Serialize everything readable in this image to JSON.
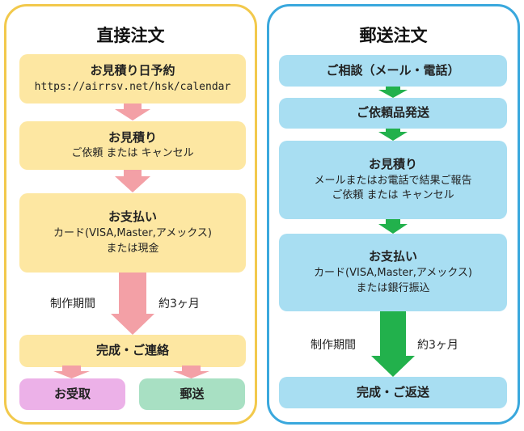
{
  "direct": {
    "title": "直接注文",
    "step1": {
      "title": "お見積り日予約",
      "url": "https://airrsv.net/hsk/calendar"
    },
    "step2": {
      "title": "お見積り",
      "line1": "ご依頼 または キャンセル"
    },
    "step3": {
      "title": "お支払い",
      "line1": "カード(VISA,Master,アメックス)",
      "line2": "または現金"
    },
    "period_label": "制作期間",
    "period_value": "約3ヶ月",
    "step4": {
      "title": "完成・ご連絡"
    },
    "option_pickup": "お受取",
    "option_mail": "郵送"
  },
  "mail": {
    "title": "郵送注文",
    "step1": {
      "title": "ご相談（メール・電話）"
    },
    "step2": {
      "title": "ご依頼品発送"
    },
    "step3": {
      "title": "お見積り",
      "line1": "メールまたはお電話で結果ご報告",
      "line2": "ご依頼 または キャンセル"
    },
    "step4": {
      "title": "お支払い",
      "line1": "カード(VISA,Master,アメックス)",
      "line2": "または銀行振込"
    },
    "period_label": "制作期間",
    "period_value": "約3ヶ月",
    "step5": {
      "title": "完成・ご返送"
    }
  },
  "colors": {
    "direct_border": "#f2c94c",
    "mail_border": "#3aa8dd",
    "direct_box": "#fde7a2",
    "mail_box": "#a8def2",
    "pink_arrow": "#f3a0a6",
    "green_arrow": "#22b14c",
    "pickup_box": "#ecb1e8",
    "mail_option_box": "#a8e0c3"
  }
}
